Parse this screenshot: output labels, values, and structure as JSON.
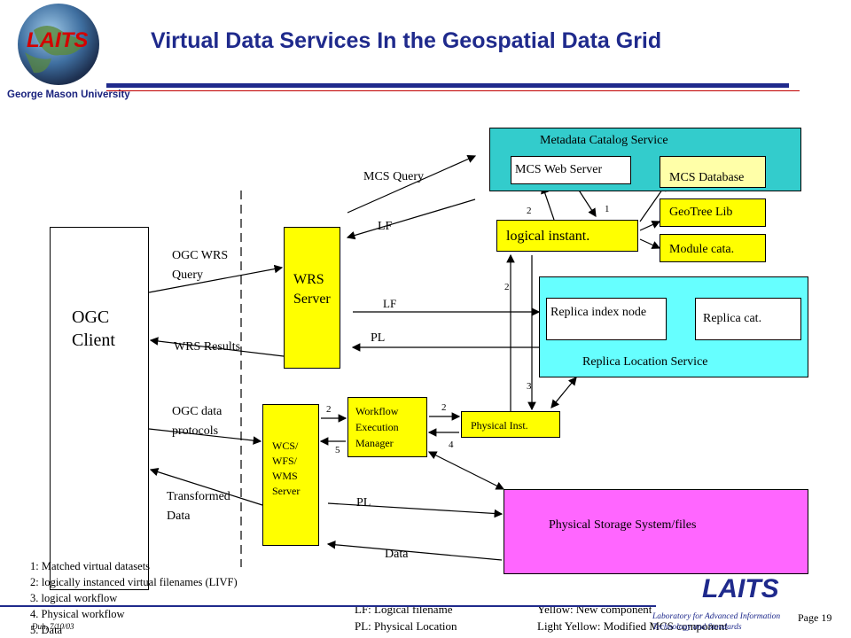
{
  "header": {
    "title": "Virtual Data Services In the Geospatial Data Grid",
    "university": "George Mason University",
    "logo_text": "LAITS"
  },
  "diagram": {
    "ogc_client": "OGC Client",
    "wrs_server": "WRS Server",
    "wcs_server": "WCS/ WFS/ WMS Server",
    "workflow_manager": "Workflow Execution Manager",
    "physical_inst": "Physical Inst.",
    "logical_instant": "logical instant.",
    "metadata_catalog": {
      "title": "Metadata Catalog Service",
      "web_server": "MCS Web Server",
      "database": "MCS Database"
    },
    "geotree": "GeoTree Lib",
    "module_cata": "Module cata.",
    "replica_service": {
      "title": "Replica Location Service",
      "index_node": "Replica index node",
      "replica_cat": "Replica cat."
    },
    "physical_storage": "Physical Storage System/files",
    "edge_labels": {
      "mcs_query": "MCS Query",
      "lf_top": "LF",
      "lf_mid": "LF",
      "pl_mid": "PL",
      "pl_low": "PL",
      "data": "Data",
      "ogc_wrs_query": "OGC WRS Query",
      "wrs_results": "WRS Results",
      "ogc_data_protocols": "OGC data protocols",
      "transformed_data": "Transformed Data"
    },
    "step_numbers": {
      "n1": "1",
      "n2a": "2",
      "n2b": "2",
      "n2c": "2",
      "n2d": "2",
      "n3": "3",
      "n4": "4",
      "n5": "5"
    }
  },
  "legend": {
    "items": [
      "1: Matched virtual datasets",
      "2: logically instanced virtual filenames (LIVF)",
      "3. logical workflow",
      "4. Physical workflow",
      "5. Data"
    ],
    "lf": "LF: Logical filename",
    "pl": "PL: Physical Location",
    "yellow": "Yellow: New component",
    "light_yellow": "Light Yellow: Modified MCS component"
  },
  "footer": {
    "date": "Duh, 7/10/03",
    "laits": "LAITS",
    "lab": "Laboratory for Advanced Information Technology and Standards",
    "page": "Page 19"
  },
  "colors": {
    "title_blue": "#1f2a8c",
    "new_component": "#ffff00",
    "modified_component": "#ffffa8",
    "replica_service": "#66ffff",
    "metadata_service": "#33cccc",
    "storage": "#ff66ff"
  }
}
